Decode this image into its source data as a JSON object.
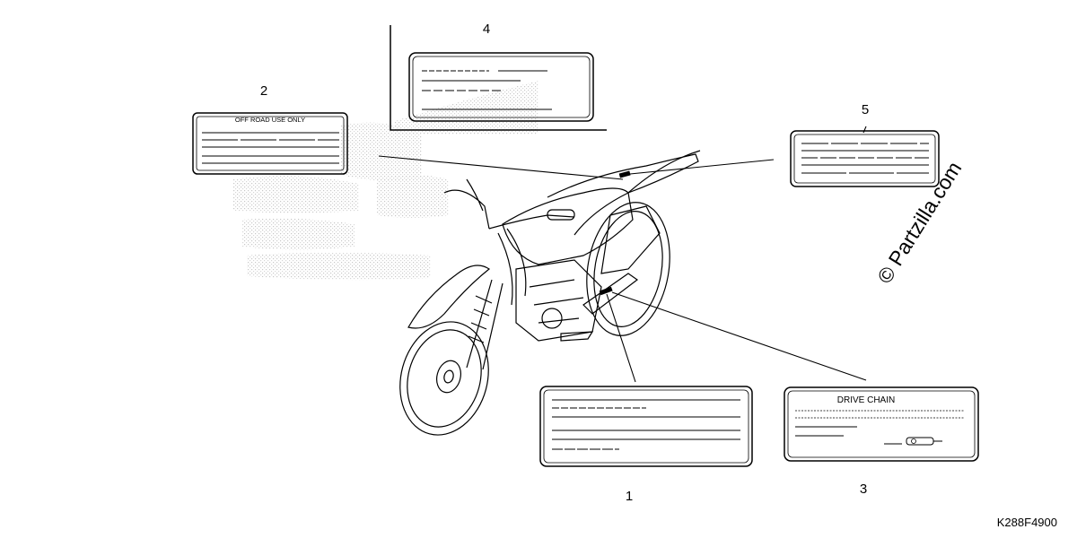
{
  "diagram": {
    "callouts": [
      "1",
      "2",
      "3",
      "4",
      "5"
    ],
    "label_texts": {
      "off_road": "OFF ROAD USE ONLY",
      "drive_chain": "DRIVE CHAIN"
    },
    "watermark": "© Partzilla.com",
    "part_code": "K288F4900"
  }
}
